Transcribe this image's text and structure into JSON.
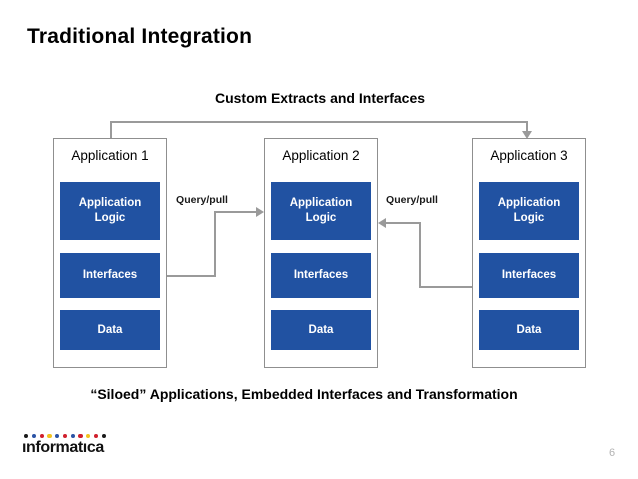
{
  "slide": {
    "title": "Traditional Integration",
    "top_label": "Custom Extracts and Interfaces",
    "bottom_caption": "“Siloed” Applications, Embedded Interfaces and Transformation",
    "page_number": "6"
  },
  "applications": [
    {
      "name": "Application 1",
      "layers": {
        "logic": "Application Logic",
        "interfaces": "Interfaces",
        "data": "Data"
      }
    },
    {
      "name": "Application 2",
      "layers": {
        "logic": "Application Logic",
        "interfaces": "Interfaces",
        "data": "Data"
      }
    },
    {
      "name": "Application 3",
      "layers": {
        "logic": "Application Logic",
        "interfaces": "Interfaces",
        "data": "Data"
      }
    }
  ],
  "connectors": [
    {
      "label": "Query/pull"
    },
    {
      "label": "Query/pull"
    }
  ],
  "logo": {
    "text": "ınformatıca",
    "dot_colors": [
      "#1a1a1a",
      "#2b53a5",
      "#d01f2c",
      "#f2c31f",
      "#2b53a5",
      "#d01f2c",
      "#2b53a5",
      "#d01f2c",
      "#f2c31f",
      "#d01f2c",
      "#1a1a1a"
    ]
  },
  "colors": {
    "layer_fill": "#2152a2",
    "layer_text": "#ffffff",
    "connector": "#9a9a9a",
    "box_border": "#8f8f8f",
    "page_number_text": "#b3b3b3"
  }
}
